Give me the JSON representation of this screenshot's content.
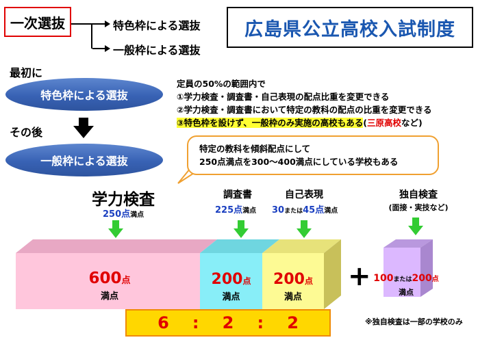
{
  "header": {
    "first_selection": "一次選抜",
    "branch_1": "特色枠による選抜",
    "branch_2": "一般枠による選抜",
    "title": "広島県公立高校入試制度"
  },
  "flow": {
    "first_label": "最初に",
    "first_step": "特色枠による選抜",
    "after_label": "その後",
    "second_step": "一般枠による選抜"
  },
  "notes": {
    "line1": "定員の50%の範囲内で",
    "line2": "①学力検査・調査書・自己表現の配点比重を変更できる",
    "line3": "②学力検査・調査書において特定の教科の配点の比重を変更できる",
    "line4_highlight": "③特色枠を設けず、一般枠のみ実施の高校もある",
    "line4_open": "(",
    "line4_red": "三原高校",
    "line4_close": "など)"
  },
  "callout": {
    "line1": "特定の教科を傾斜配点にして",
    "line2": "250点満点を300～400満点にしている学校もある"
  },
  "components": {
    "gakuryoku": {
      "label": "学力検査",
      "score": "250",
      "unit_pt": "点",
      "unit_full": "満点"
    },
    "chosasho": {
      "label": "調査書",
      "score": "225",
      "unit_pt": "点",
      "unit_full": "満点"
    },
    "jiko": {
      "label": "自己表現",
      "score_a": "30",
      "or": "または",
      "score_b": "45",
      "unit_pt": "点",
      "unit_full": "満点"
    },
    "dokuji": {
      "label": "独自検査",
      "sub": "(面接・実技など)"
    }
  },
  "blocks": {
    "pink": {
      "value": "600",
      "unit_pt": "点",
      "unit_full": "満点"
    },
    "cyan": {
      "value": "200",
      "unit_pt": "点",
      "unit_full": "満点"
    },
    "yellow": {
      "value": "200",
      "unit_pt": "点",
      "unit_full": "満点"
    },
    "plus": "+",
    "purple": {
      "value_a": "100",
      "or": "または",
      "value_b": "200",
      "unit_pt": "点",
      "unit_full": "満点"
    }
  },
  "ratio": {
    "a": "6",
    "sep1": ":",
    "b": "2",
    "sep2": ":",
    "c": "2"
  },
  "footnote": "※独自検査は一部の学校のみ",
  "colors": {
    "title_blue": "#1a57b0",
    "red": "#e00000",
    "arrow_green": "#33cc33",
    "pink": "#ffc6dc",
    "cyan": "#88eef8",
    "yellow": "#fdfa94",
    "purple": "#dcb8ff",
    "ratio_bg": "#ffd700"
  }
}
